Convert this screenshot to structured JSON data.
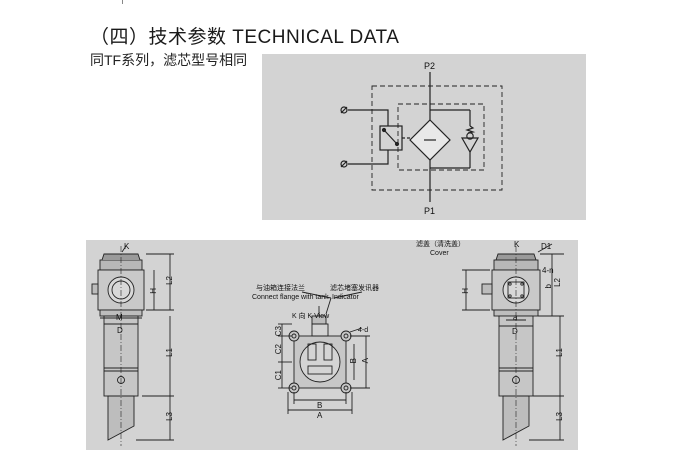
{
  "header": {
    "title": "（四）技术参数 TECHNICAL DATA",
    "subtitle": "同TF系列，滤芯型号相同"
  },
  "schematic": {
    "port_top": "P2",
    "port_bottom": "P1"
  },
  "drawing": {
    "left_view": {
      "labels": {
        "k": "K",
        "h": "H",
        "l2": "L2",
        "m": "M",
        "d": "D",
        "l1": "L1",
        "l3": "L3"
      }
    },
    "middle_view": {
      "flange_cn": "与油箱连接法兰",
      "flange_en": "Connect flange with tank",
      "indicator_cn": "滤芯堵塞发讯器",
      "indicator_en": "Indicator",
      "k_view": "K 向 K View",
      "labels": {
        "c3": "C3",
        "c2": "C2",
        "c1": "C1",
        "four_d": "4-d",
        "a_inner": "A",
        "b_inner": "B",
        "b_bottom": "B",
        "a_bottom": "A"
      }
    },
    "right_view": {
      "cover_cn": "滤盖（清洗盖）",
      "cover_en": "Cover",
      "labels": {
        "k": "K",
        "d1": "D1",
        "four_n": "4-n",
        "b": "b",
        "h": "H",
        "l2": "L2",
        "a": "a",
        "d": "D",
        "l1": "L1",
        "l3": "L3"
      }
    }
  }
}
